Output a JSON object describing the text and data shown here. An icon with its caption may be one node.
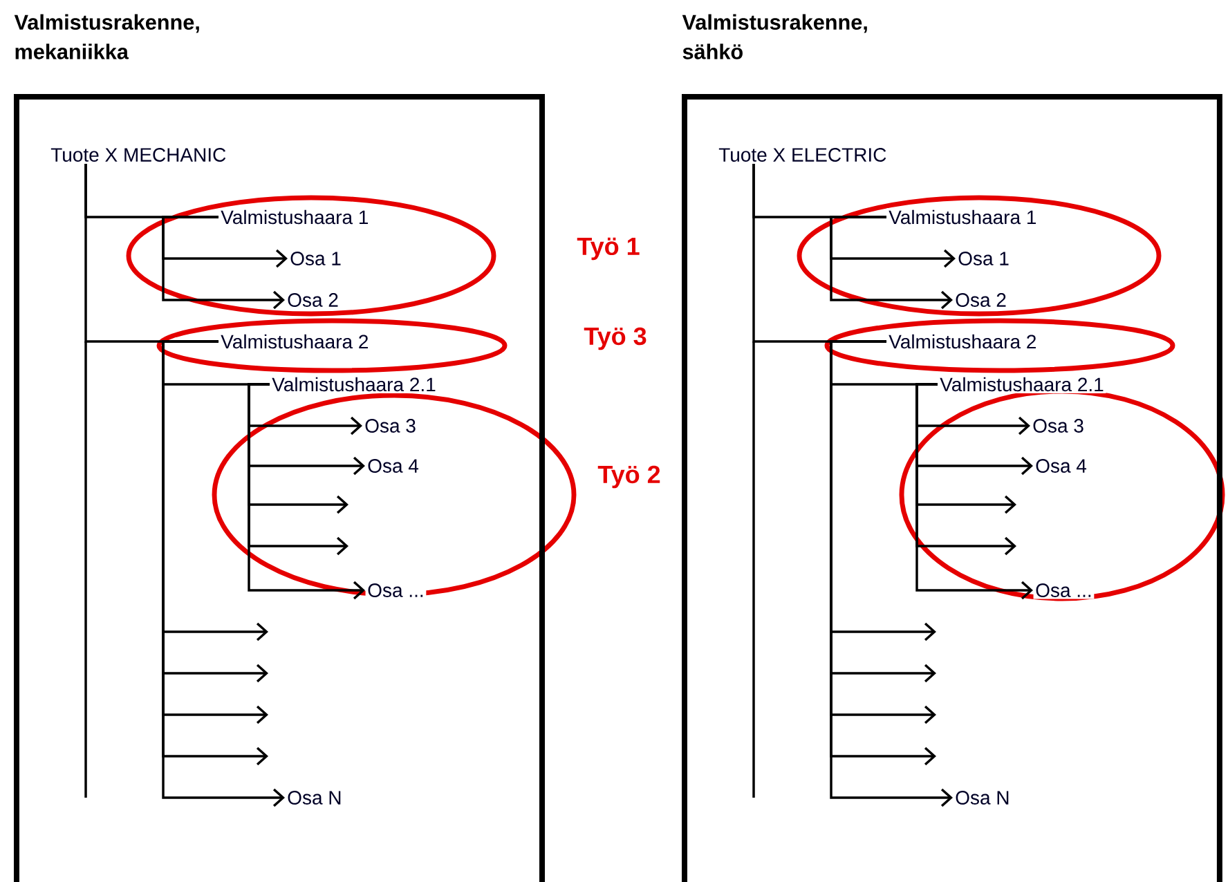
{
  "diagram": {
    "nodes": [
      {
        "text": [
          "Valmistusrakenne, mekaniikka"
        ]
      },
      {
        "text": [
          "Tuote X MECHANIC"
        ],
        "in": 0
      },
      {
        "text": [
          "Valmistushaara 1"
        ],
        "in": 0
      },
      {
        "text": [
          "Osa 1"
        ],
        "in": 0
      },
      {
        "text": [
          "Osa 2"
        ],
        "in": 0
      },
      {
        "text": [
          "Valmistushaara 2"
        ],
        "in": 0
      },
      {
        "text": [
          "Valmistushaara 2.1"
        ],
        "in": 0
      },
      {
        "text": [
          "Osa 3"
        ],
        "in": 0
      },
      {
        "text": [
          "Osa 4"
        ],
        "in": 0
      },
      {
        "text": [
          "Osa ..."
        ],
        "in": 0
      },
      {
        "text": [
          "Osa N"
        ],
        "in": 0
      },
      {
        "text": [
          "Valmistusrakenne, sähkö"
        ]
      },
      {
        "text": [
          "Tuote X ELECTRIC"
        ],
        "in": 11
      },
      {
        "text": [
          "Valmistushaara 1"
        ],
        "in": 11
      },
      {
        "text": [
          "Osa 1"
        ],
        "in": 11
      },
      {
        "text": [
          "Osa 2"
        ],
        "in": 11
      },
      {
        "text": [
          "Valmistushaara 2"
        ],
        "in": 11
      },
      {
        "text": [
          "Valmistushaara 2.1"
        ],
        "in": 11
      },
      {
        "text": [
          "Osa 3"
        ],
        "in": 11
      },
      {
        "text": [
          "Osa 4"
        ],
        "in": 11
      },
      {
        "text": [
          "Osa ..."
        ],
        "in": 11
      },
      {
        "text": [
          "Osa N"
        ],
        "in": 11
      }
    ],
    "edges": [
      {
        "from": 1,
        "to": 2,
        "arrow": "none"
      },
      {
        "from": 2,
        "to": 3,
        "arrow": "to"
      },
      {
        "from": 2,
        "to": 4,
        "arrow": "to"
      },
      {
        "from": 1,
        "to": 5,
        "arrow": "none"
      },
      {
        "from": 5,
        "to": 6,
        "arrow": "none"
      },
      {
        "from": 6,
        "to": 7,
        "arrow": "to"
      },
      {
        "from": 6,
        "to": 8,
        "arrow": "to"
      },
      {
        "from": 6,
        "to": null,
        "arrow": "to"
      },
      {
        "from": 6,
        "to": null,
        "arrow": "to"
      },
      {
        "from": 6,
        "to": 9,
        "arrow": "to"
      },
      {
        "from": 5,
        "to": null,
        "arrow": "to"
      },
      {
        "from": 5,
        "to": null,
        "arrow": "to"
      },
      {
        "from": 5,
        "to": null,
        "arrow": "to"
      },
      {
        "from": 5,
        "to": null,
        "arrow": "to"
      },
      {
        "from": 5,
        "to": 10,
        "arrow": "to"
      },
      {
        "from": 12,
        "to": 13,
        "arrow": "none"
      },
      {
        "from": 13,
        "to": 14,
        "arrow": "to"
      },
      {
        "from": 13,
        "to": 15,
        "arrow": "to"
      },
      {
        "from": 12,
        "to": 16,
        "arrow": "none"
      },
      {
        "from": 16,
        "to": 17,
        "arrow": "none"
      },
      {
        "from": 17,
        "to": 18,
        "arrow": "to"
      },
      {
        "from": 17,
        "to": 19,
        "arrow": "to"
      },
      {
        "from": 17,
        "to": null,
        "arrow": "to"
      },
      {
        "from": 17,
        "to": null,
        "arrow": "to"
      },
      {
        "from": 17,
        "to": 20,
        "arrow": "to"
      },
      {
        "from": 16,
        "to": null,
        "arrow": "to"
      },
      {
        "from": 16,
        "to": null,
        "arrow": "to"
      },
      {
        "from": 16,
        "to": null,
        "arrow": "to"
      },
      {
        "from": 16,
        "to": null,
        "arrow": "to"
      },
      {
        "from": 16,
        "to": 21,
        "arrow": "to"
      }
    ],
    "labels": [
      "Työ 1",
      "Työ 3",
      "Työ 2"
    ]
  }
}
